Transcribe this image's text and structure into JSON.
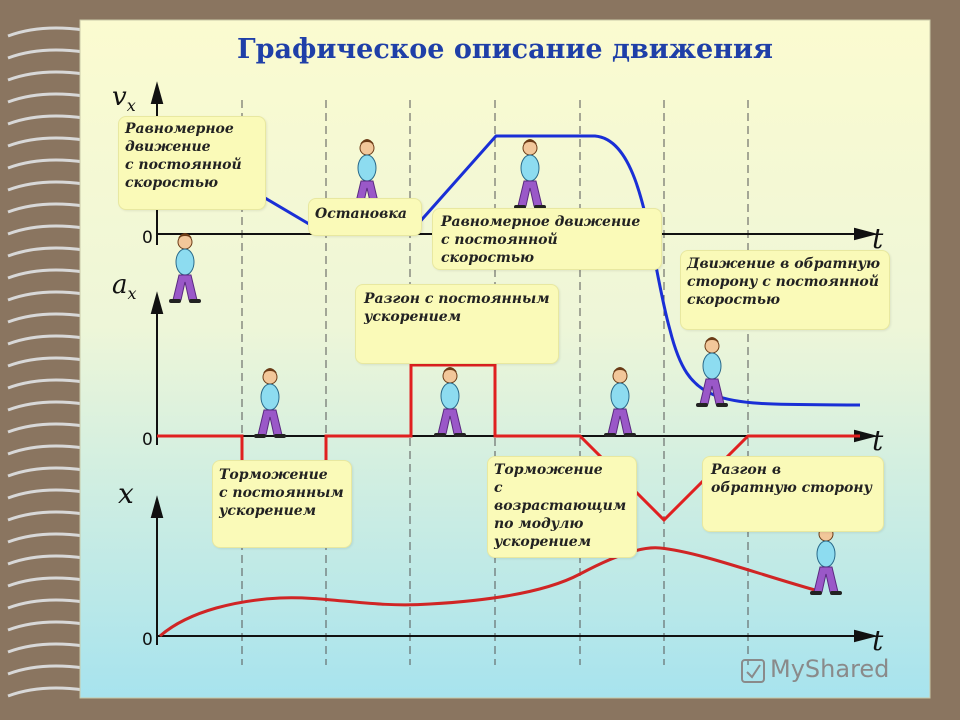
{
  "title": "Графическое описание движения",
  "axes": {
    "velocity": {
      "label": "v",
      "sub": "x",
      "time": "t",
      "zero": "0"
    },
    "acceleration": {
      "label": "a",
      "sub": "x",
      "time": "t",
      "zero": "0"
    },
    "position": {
      "label": "x",
      "time": "t",
      "zero": "0"
    }
  },
  "labels": {
    "uniform_1": [
      "Равномерное",
      "движение",
      "с постоянной",
      "скоростью"
    ],
    "stop": [
      "Остановка"
    ],
    "uniform_2": [
      "Равномерное движение",
      "с постоянной скоростью"
    ],
    "reverse": [
      "Движение в обратную",
      "сторону с постоянной",
      "скоростью"
    ],
    "accel": [
      "Разгон с постоянным",
      "ускорением"
    ],
    "brake_const": [
      "Торможение",
      "с постоянным",
      "ускорением"
    ],
    "brake_incr": [
      "Торможение",
      "с возрастающим",
      "по модулю",
      "ускорением"
    ],
    "accel_reverse": [
      "Разгон в",
      "обратную сторону"
    ]
  },
  "watermark": "MyShared",
  "colors": {
    "title": "#1f3fa8",
    "velocity_curve": "#1a2fd6",
    "acceleration_curve": "#e02020",
    "position_curve": "#d02525",
    "label_bg": "#fafab8",
    "background_top": "#fbfbd0",
    "background_bottom": "#a7e3ee"
  },
  "icons": [
    "walking-person-icon",
    "spiral-binding",
    "mysshared-logo-icon"
  ]
}
